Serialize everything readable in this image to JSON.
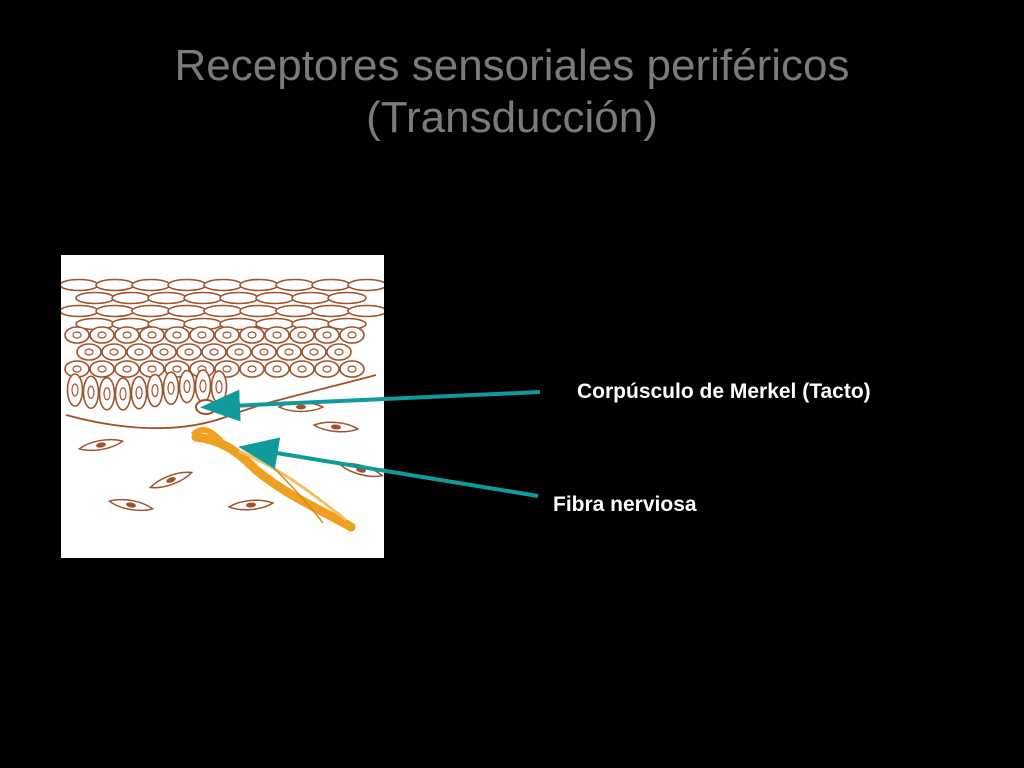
{
  "slide": {
    "title_line1": "Receptores sensoriales periféricos",
    "title_line2": "(Transducción)"
  },
  "labels": {
    "merkel": "Corpúsculo de Merkel (Tacto)",
    "fibra": "Fibra nerviosa"
  },
  "colors": {
    "background": "#000000",
    "title": "#7a7a7a",
    "label_text": "#ffffff",
    "arrow": "#109a9a",
    "cell_outline": "#a0522d",
    "nerve_fiber": "#f0a020"
  },
  "figure": {
    "description_icon": "skin-tissue-illustration"
  }
}
